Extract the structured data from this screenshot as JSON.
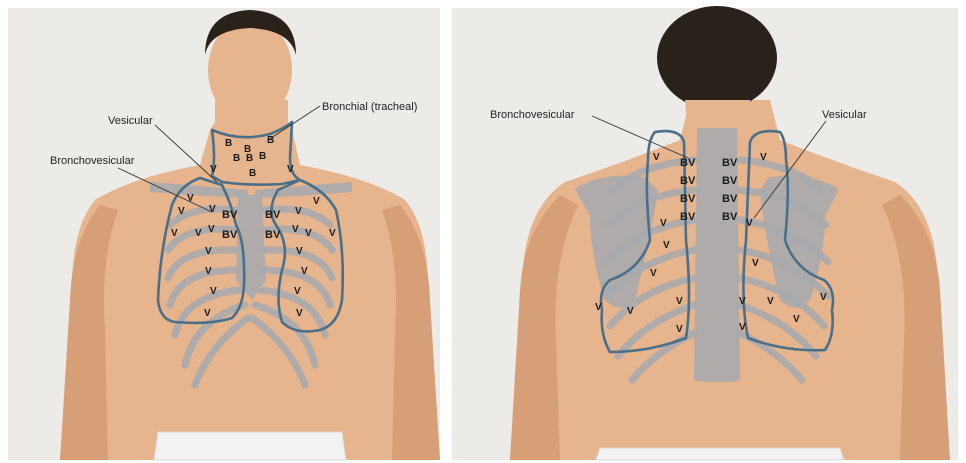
{
  "panels": {
    "front": {
      "labels": {
        "vesicular": "Vesicular",
        "bronchial": "Bronchial (tracheal)",
        "bronchovesicular": "Bronchovesicular"
      },
      "markers": {
        "tracheal": [
          "B",
          "B",
          "B",
          "B",
          "B",
          "B",
          "B"
        ],
        "bv": [
          "BV",
          "BV",
          "BV",
          "BV"
        ],
        "v": [
          "V",
          "V",
          "V",
          "V",
          "V",
          "V",
          "V",
          "V",
          "V",
          "V",
          "V",
          "V",
          "V",
          "V",
          "V",
          "V",
          "V",
          "V",
          "V",
          "V",
          "V"
        ]
      }
    },
    "back": {
      "labels": {
        "bronchovesicular": "Bronchovesicular",
        "vesicular": "Vesicular"
      },
      "markers": {
        "bv": [
          "BV",
          "BV",
          "BV",
          "BV",
          "BV",
          "BV",
          "BV",
          "BV"
        ],
        "v": [
          "V",
          "V",
          "V",
          "V",
          "V",
          "V",
          "V",
          "V",
          "V",
          "V",
          "V",
          "V",
          "V",
          "V",
          "V",
          "V"
        ]
      }
    }
  },
  "colors": {
    "zone_outline": "#4a6f88",
    "bone": "#a9aaad",
    "skin": "#e6b48d",
    "background": "#ecebe8"
  }
}
